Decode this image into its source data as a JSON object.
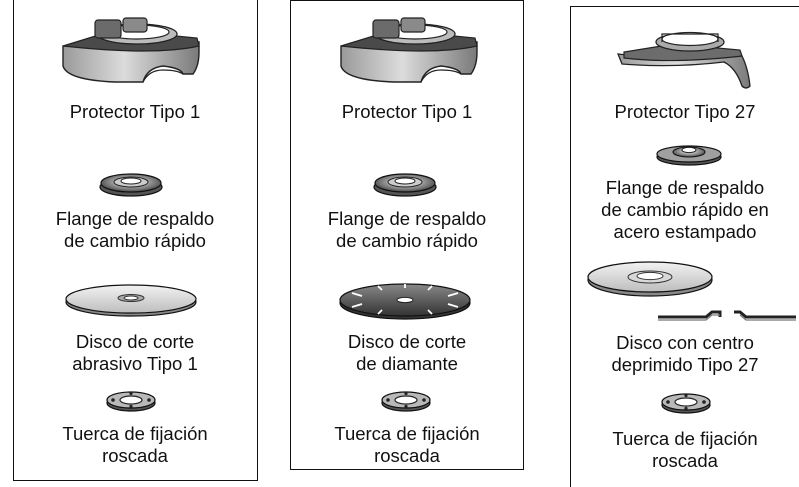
{
  "panels": [
    {
      "guard": "Protector Tipo 1",
      "flange": [
        "Flange de respaldo",
        "de cambio rápido"
      ],
      "disc": [
        "Disco de corte",
        "abrasivo Tipo 1"
      ],
      "nut": [
        "Tuerca de fijación",
        "roscada"
      ]
    },
    {
      "guard": "Protector Tipo 1",
      "flange": [
        "Flange de respaldo",
        "de cambio rápido"
      ],
      "disc": [
        "Disco de corte",
        "de diamante"
      ],
      "nut": [
        "Tuerca de fijación",
        "roscada"
      ]
    },
    {
      "guard": "Protector Tipo 27",
      "flange": [
        "Flange de respaldo",
        "de cambio rápido en",
        "acero estampado"
      ],
      "disc": [
        "Disco con centro",
        "deprimido Tipo 27"
      ],
      "nut": [
        "Tuerca de fijación",
        "roscada"
      ]
    }
  ]
}
